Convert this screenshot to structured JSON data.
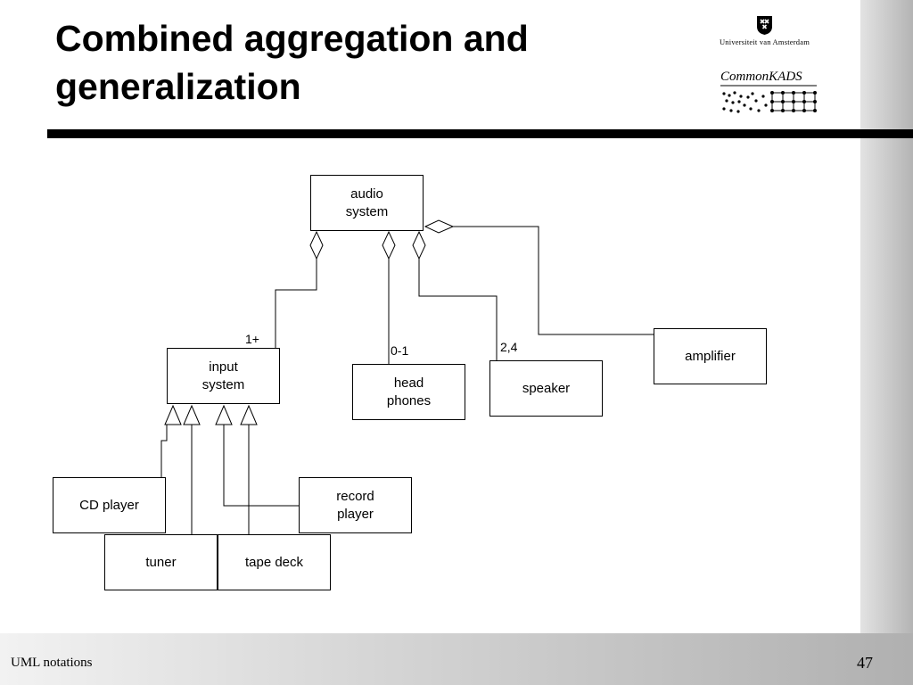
{
  "slide": {
    "title": "Combined aggregation and generalization",
    "footer_left": "UML notations",
    "page_number": "47"
  },
  "logos": {
    "university": "Universiteit van Amsterdam",
    "commonkads": "CommonKADS"
  },
  "diagram": {
    "classes": {
      "audio_system": "audio system",
      "input_system": "input system",
      "head_phones": "head phones",
      "speaker": "speaker",
      "amplifier": "amplifier",
      "cd_player": "CD player",
      "record_player": "record player",
      "tuner": "tuner",
      "tape_deck": "tape deck"
    },
    "multiplicities": {
      "input_system": "1+",
      "head_phones": "0-1",
      "speaker": "2,4"
    },
    "relations": {
      "aggregation": [
        {
          "whole": "audio system",
          "part": "input system",
          "multiplicity": "1+"
        },
        {
          "whole": "audio system",
          "part": "head phones",
          "multiplicity": "0-1"
        },
        {
          "whole": "audio system",
          "part": "speaker",
          "multiplicity": "2,4"
        },
        {
          "whole": "audio system",
          "part": "amplifier"
        }
      ],
      "generalization": [
        {
          "parent": "input system",
          "child": "CD player"
        },
        {
          "parent": "input system",
          "child": "tuner"
        },
        {
          "parent": "input system",
          "child": "record player"
        },
        {
          "parent": "input system",
          "child": "tape deck"
        }
      ]
    }
  }
}
